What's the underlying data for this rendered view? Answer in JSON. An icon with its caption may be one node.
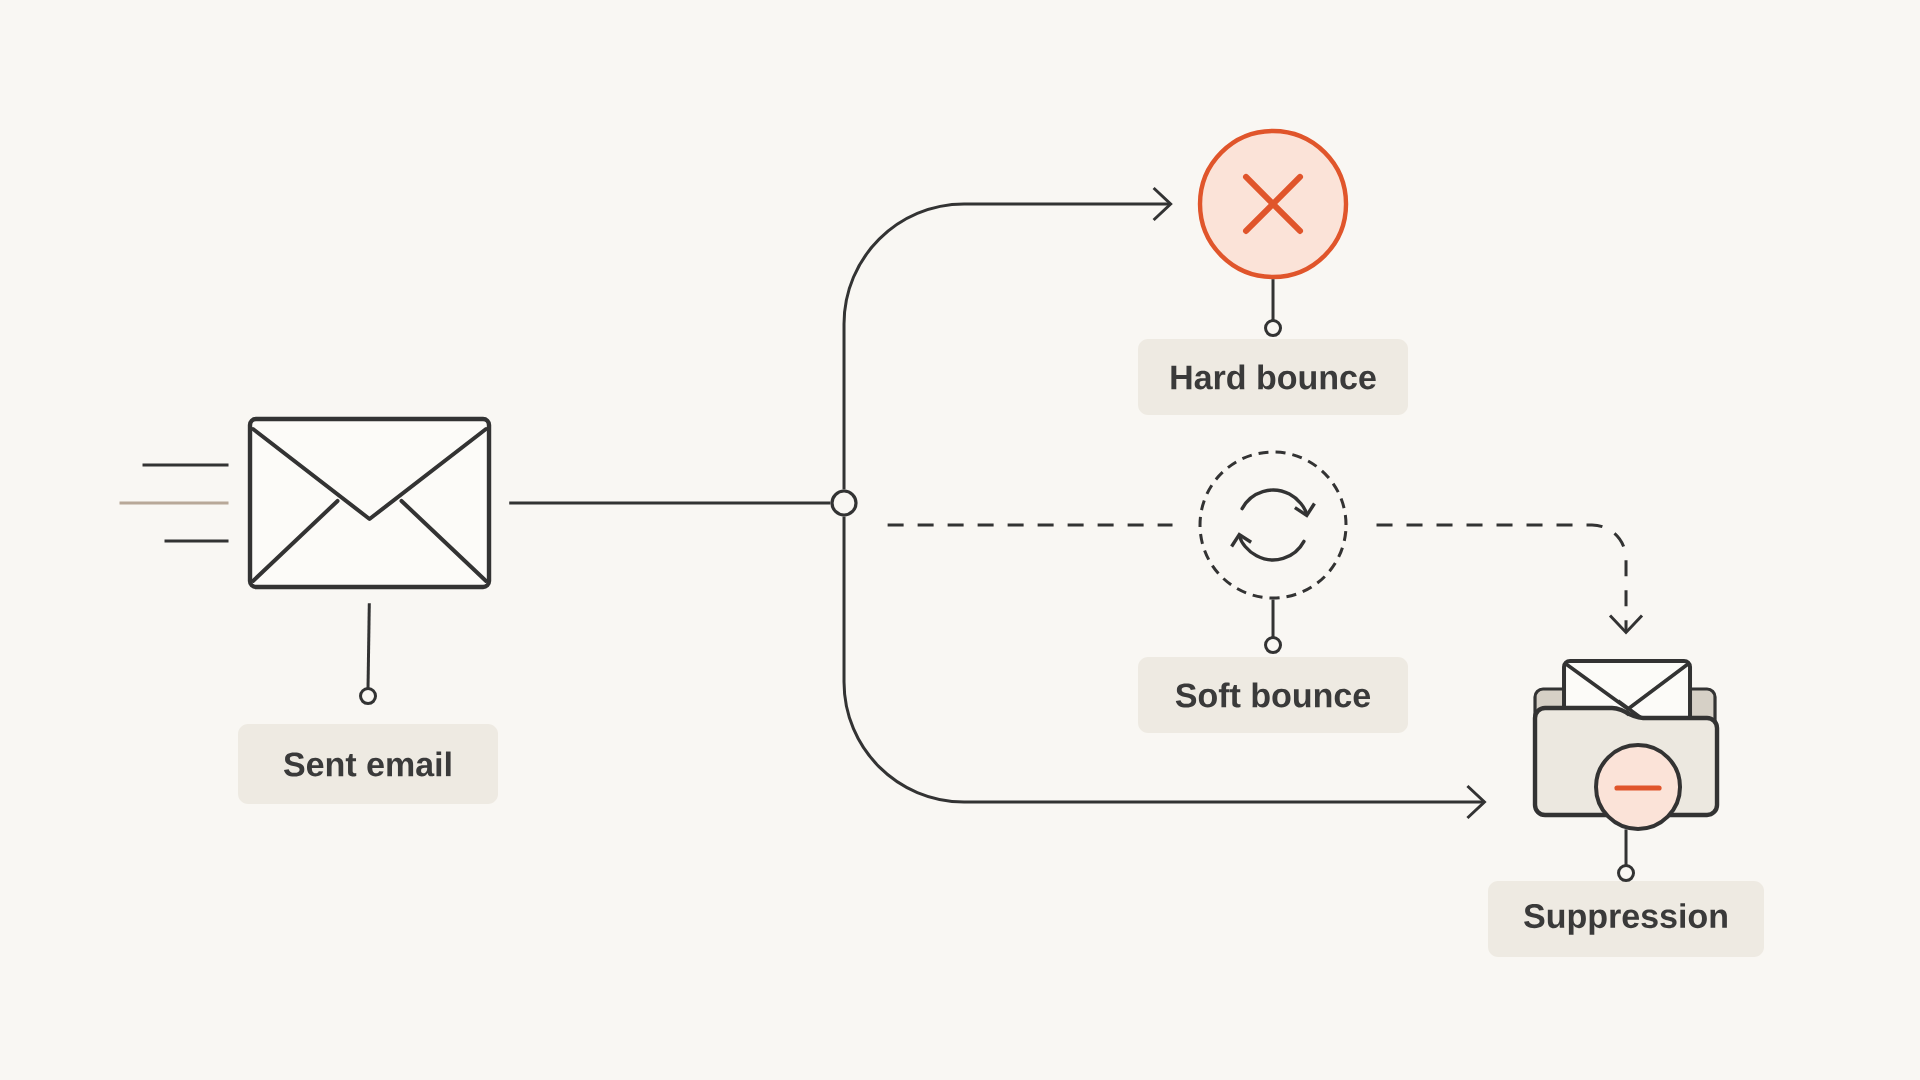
{
  "diagram": {
    "nodes": [
      {
        "text": [],
        "shape": "picture"
      },
      {
        "text": [
          "Sent email"
        ]
      },
      {
        "text": [],
        "shape": "circle"
      },
      {
        "text": [],
        "shape": "circle"
      },
      {
        "text": [
          "Hard bounce"
        ]
      },
      {
        "text": [],
        "shape": "circle"
      },
      {
        "text": [
          "Soft bounce"
        ]
      },
      {
        "text": [],
        "shape": "picture"
      },
      {
        "text": [
          "Suppression"
        ]
      }
    ],
    "edges": [
      {
        "from": 0,
        "to": 1,
        "arrow": "other"
      },
      {
        "from": 0,
        "to": 2,
        "arrow": "none"
      },
      {
        "from": 2,
        "to": 3,
        "arrow": "to"
      },
      {
        "from": 3,
        "to": 4,
        "arrow": "other"
      },
      {
        "from": 2,
        "to": 5,
        "arrow": "none",
        "style": "dashed"
      },
      {
        "from": 5,
        "to": 6,
        "arrow": "other"
      },
      {
        "from": 5,
        "to": 7,
        "arrow": "to",
        "style": "dashed"
      },
      {
        "from": 2,
        "to": 7,
        "arrow": "to"
      },
      {
        "from": 7,
        "to": 8,
        "arrow": "other"
      }
    ]
  }
}
